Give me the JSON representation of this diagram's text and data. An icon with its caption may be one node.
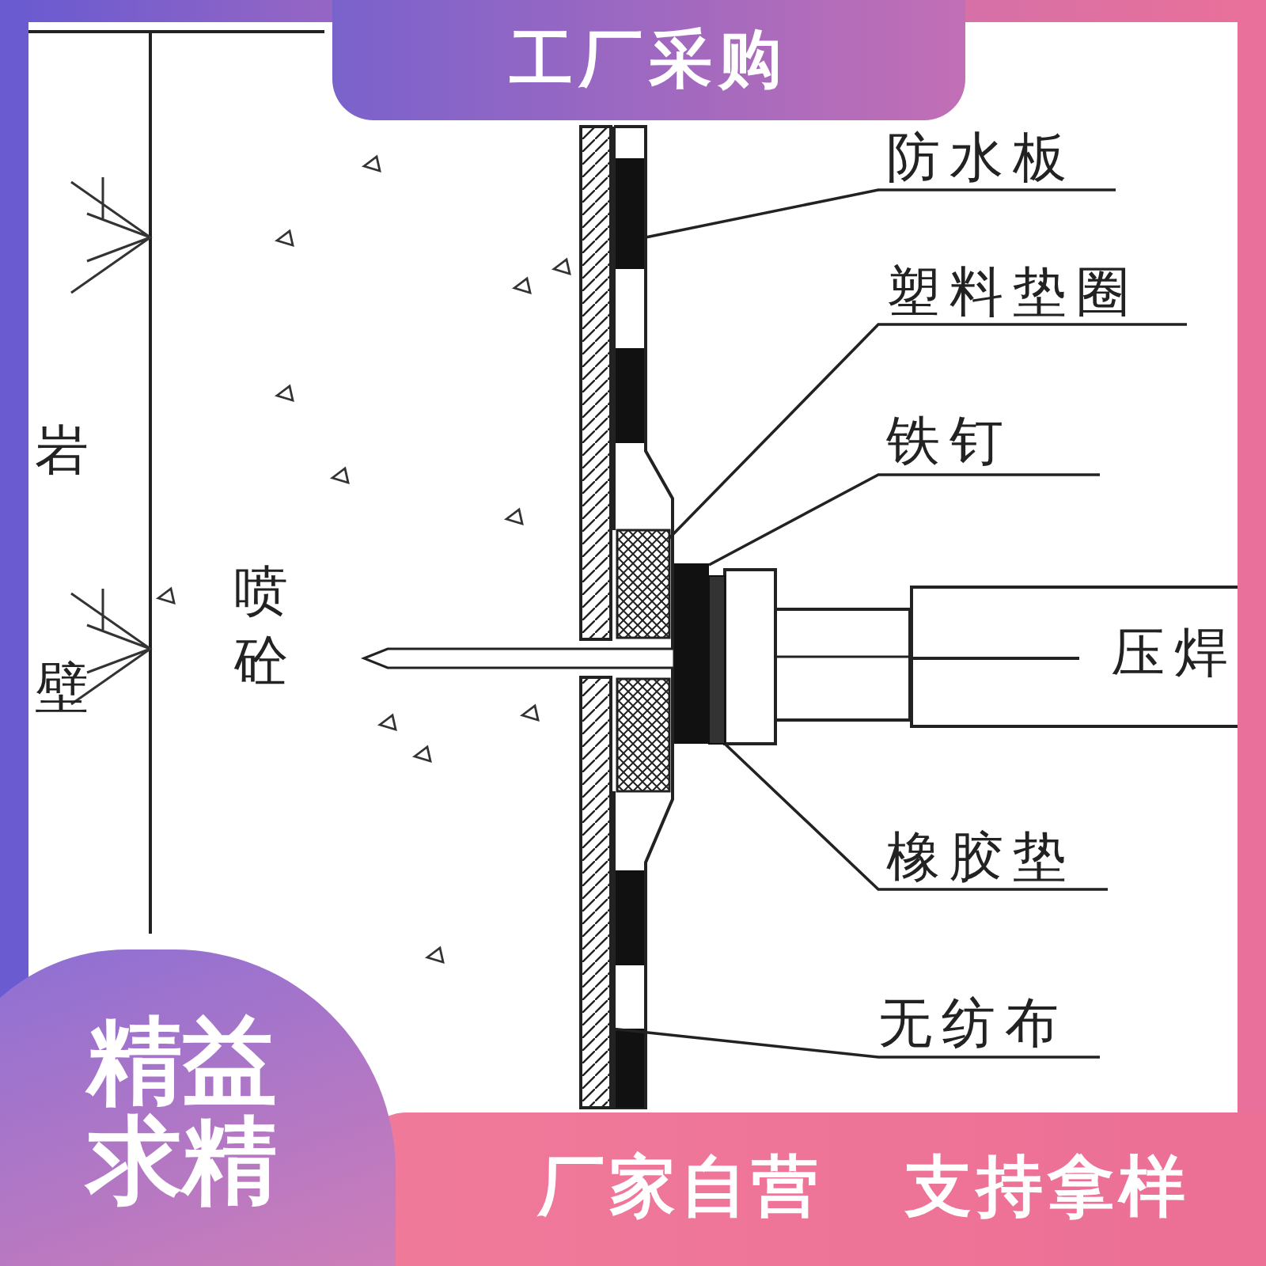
{
  "diagram": {
    "nodes": [
      {
        "text": [
          "防水板"
        ]
      },
      {
        "text": [
          "塑料垫圈"
        ]
      },
      {
        "text": [
          "铁钉"
        ]
      },
      {
        "text": [
          "橡胶垫"
        ]
      },
      {
        "text": [
          "无纺布"
        ]
      },
      {
        "text": [],
        "shape": "picture"
      },
      {
        "text": [],
        "shape": "bar"
      },
      {
        "text": [],
        "shape": "bar"
      },
      {
        "text": [],
        "shape": "box",
        "in": 7
      },
      {
        "text": [],
        "shape": "bar"
      },
      {
        "text": [
          "压焊"
        ]
      }
    ],
    "edges": [
      {
        "from": 0,
        "to": 7,
        "arrow": "none"
      },
      {
        "from": 1,
        "to": 8,
        "arrow": "none"
      },
      {
        "from": 2,
        "to": 5,
        "arrow": "none"
      },
      {
        "from": 3,
        "to": 9,
        "arrow": "none"
      },
      {
        "from": 4,
        "to": 6,
        "arrow": "none"
      }
    ],
    "labels": [
      "工厂采购",
      "岩",
      "喷砼",
      "壁",
      "精益求精",
      "厂家自营",
      "支持拿样"
    ]
  }
}
